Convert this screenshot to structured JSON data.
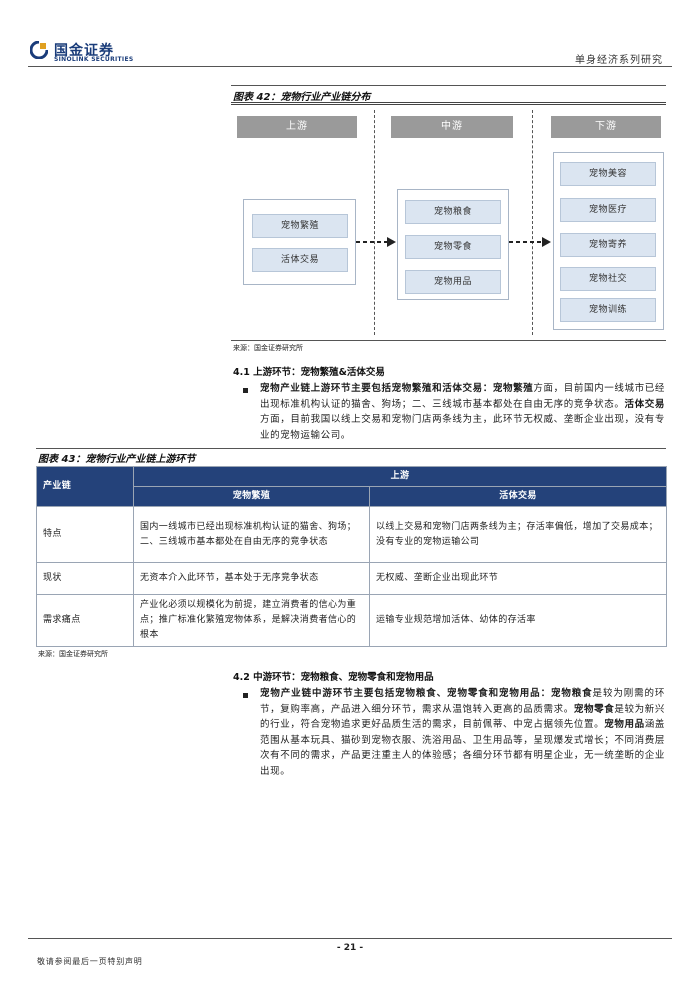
{
  "header": {
    "logo_cn": "国金证券",
    "logo_en": "SINOLINK SECURITIES",
    "series": "单身经济系列研究",
    "brand_color": "#1a3c7a"
  },
  "figure42": {
    "title": "图表 42：宠物行业产业链分布",
    "upstream": {
      "label": "上游",
      "items": [
        "宠物繁殖",
        "活体交易"
      ]
    },
    "midstream": {
      "label": "中游",
      "items": [
        "宠物粮食",
        "宠物零食",
        "宠物用品"
      ]
    },
    "downstream": {
      "label": "下游",
      "items": [
        "宠物美容",
        "宠物医疗",
        "宠物寄养",
        "宠物社交",
        "宠物训练"
      ]
    },
    "source": "来源：国金证券研究所"
  },
  "section41": {
    "heading": "4.1 上游环节：宠物繁殖&活体交易",
    "lead": "宠物产业链上游环节主要包括宠物繁殖和活体交易：",
    "k1": "宠物繁殖",
    "t1": "方面，目前国内一线城市已经出现标准机构认证的猫舍、狗场；二、三线城市基本都处在自由无序的竞争状态。",
    "k2": "活体交易",
    "t2": "方面，目前我国以线上交易和宠物门店两条线为主，此环节无权威、垄断企业出现，没有专业的宠物运输公司。"
  },
  "figure43": {
    "title": "图表 43：宠物行业产业链上游环节",
    "col_chain": "产业链",
    "col_group": "上游",
    "col_a": "宠物繁殖",
    "col_b": "活体交易",
    "rows": [
      {
        "label": "特点",
        "a": "国内一线城市已经出现标准机构认证的猫舍、狗场；二、三线城市基本都处在自由无序的竞争状态",
        "b": "以线上交易和宠物门店两条线为主；存活率偏低，增加了交易成本；没有专业的宠物运输公司"
      },
      {
        "label": "现状",
        "a": "无资本介入此环节，基本处于无序竞争状态",
        "b": "无权威、垄断企业出现此环节"
      },
      {
        "label": "需求痛点",
        "a": "产业化必须以规模化为前提，建立消费者的信心为重点；推广标准化繁殖宠物体系，是解决消费者信心的根本",
        "b": "运输专业规范增加活体、幼体的存活率"
      }
    ],
    "source": "来源：国金证券研究所"
  },
  "section42": {
    "heading": "4.2 中游环节：宠物粮食、宠物零食和宠物用品",
    "lead": "宠物产业链中游环节主要包括宠物粮食、宠物零食和宠物用品：",
    "k1": "宠物粮食",
    "t1": "是较为刚需的环节，复购率高，产品进入细分环节，需求从温饱转入更高的品质需求。",
    "k2": "宠物零食",
    "t2": "是较为新兴的行业，符合宠物追求更好品质生活的需求，目前佩蒂、中宠占据领先位置。",
    "k3": "宠物用品",
    "t3": "涵盖范围从基本玩具、猫砂到宠物衣服、洗浴用品、卫生用品等，呈现爆发式增长；不同消费层次有不同的需求，产品更注重主人的体验感；各细分环节都有明星企业，无一统垄断的企业出现。"
  },
  "footer": {
    "page": "- 21 -",
    "note": "敬请参阅最后一页特别声明"
  }
}
